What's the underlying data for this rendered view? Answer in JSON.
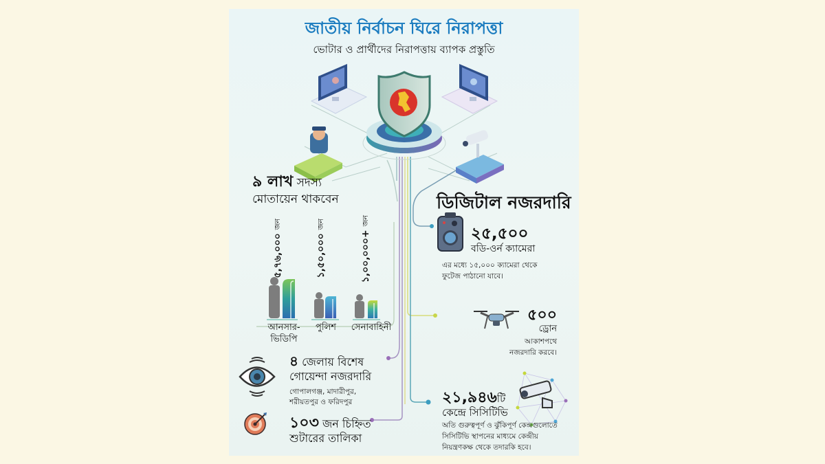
{
  "header": {
    "title": "জাতীয় নির্বাচন ঘিরে নিরাপত্তা",
    "subtitle": "ভোটার ও প্রার্থীদের নিরাপত্তায় ব্যাপক প্রস্তুতি"
  },
  "colors": {
    "title": "#1a7bbf",
    "page_bg": "#fbf7e4",
    "panel_bg": "#eaf5f6",
    "shield_red": "#d9342b",
    "map_yellow": "#f2c230"
  },
  "illustration": {
    "icons": [
      "computer-monitor-left",
      "shield-bangladesh-map",
      "computer-monitor-right",
      "police-officer",
      "cctv-camera"
    ]
  },
  "forces": {
    "headline_number": "৯ লাখ",
    "headline_unit": "সদস্য",
    "headline_line2": "মোতায়েন থাকবেন",
    "bars": [
      {
        "label_line1": "আনসার-",
        "label_line2": "ভিডিপি",
        "value": "৫,৭৬,০০০",
        "unit": "জন"
      },
      {
        "label_line1": "পুলিশ",
        "label_line2": "",
        "value": "১,৫০,০০০",
        "unit": "জন"
      },
      {
        "label_line1": "সেনাবাহিনী",
        "label_line2": "",
        "value": "১,০০,০০০+",
        "unit": "জন"
      }
    ]
  },
  "intelligence": {
    "number": "৪",
    "title_rest": "জেলায় বিশেষ",
    "title_line2": "গোয়েন্দা নজরদারি",
    "districts_line1": "গোপালগঞ্জ, মাদারীপুর,",
    "districts_line2": "শরীয়তপুর ও ফরিদপুর"
  },
  "shooters": {
    "number": "১০৩",
    "title_rest": "জন চিহ্নিত",
    "title_line2": "শুটারের তালিকা"
  },
  "digital": {
    "heading": "ডিজিটাল নজরদারি",
    "body_cam": {
      "number": "২৫,৫০০",
      "label": "বডি-ওর্ন ক্যামেরা",
      "note_line1": "এর মধ্যে ১৫,০০০ ক্যামেরা থেকে",
      "note_line2": "ফুটেজ পাঠানো যাবে।"
    },
    "drone": {
      "number": "৫০০",
      "label": "ড্রোন",
      "note_line1": "আকাশপথে",
      "note_line2": "নজরদারি করবে।"
    },
    "cctv": {
      "number": "২১,৯৪৬",
      "number_suffix": "টি",
      "label": "কেন্দ্রে সিসিটিভি",
      "note_line1": "অতি গুরুত্বপূর্ণ ও ঝুঁকিপূর্ণ কেন্দ্রগুলোতে",
      "note_line2": "সিসিটিভি স্থাপনের মাধ্যমে কেন্দ্রীয়",
      "note_line3": "নিয়ন্ত্রণকক্ষ থেকে তদারকি হবে।"
    }
  }
}
